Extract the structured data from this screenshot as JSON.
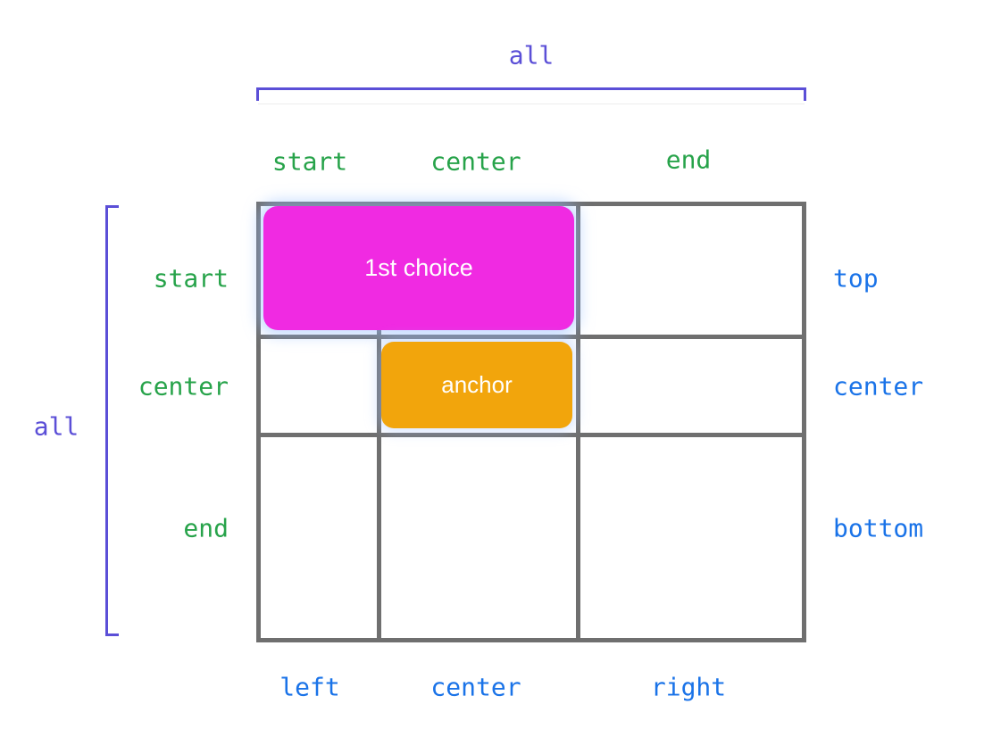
{
  "diagram": {
    "colors": {
      "green": "#27a34a",
      "blue": "#1a73e8",
      "purple": "#5b4fd7",
      "magenta": "#f02ae2",
      "orange": "#f2a50c",
      "grid": "#6f6f6f"
    },
    "brackets": {
      "top_label": "all",
      "left_label": "all"
    },
    "column_labels": [
      "start",
      "center",
      "end"
    ],
    "row_labels": [
      "start",
      "center",
      "end"
    ],
    "right_labels": [
      "top",
      "center",
      "bottom"
    ],
    "bottom_labels": [
      "left",
      "center",
      "right"
    ],
    "first_choice_label": "1st choice",
    "anchor_label": "anchor"
  }
}
